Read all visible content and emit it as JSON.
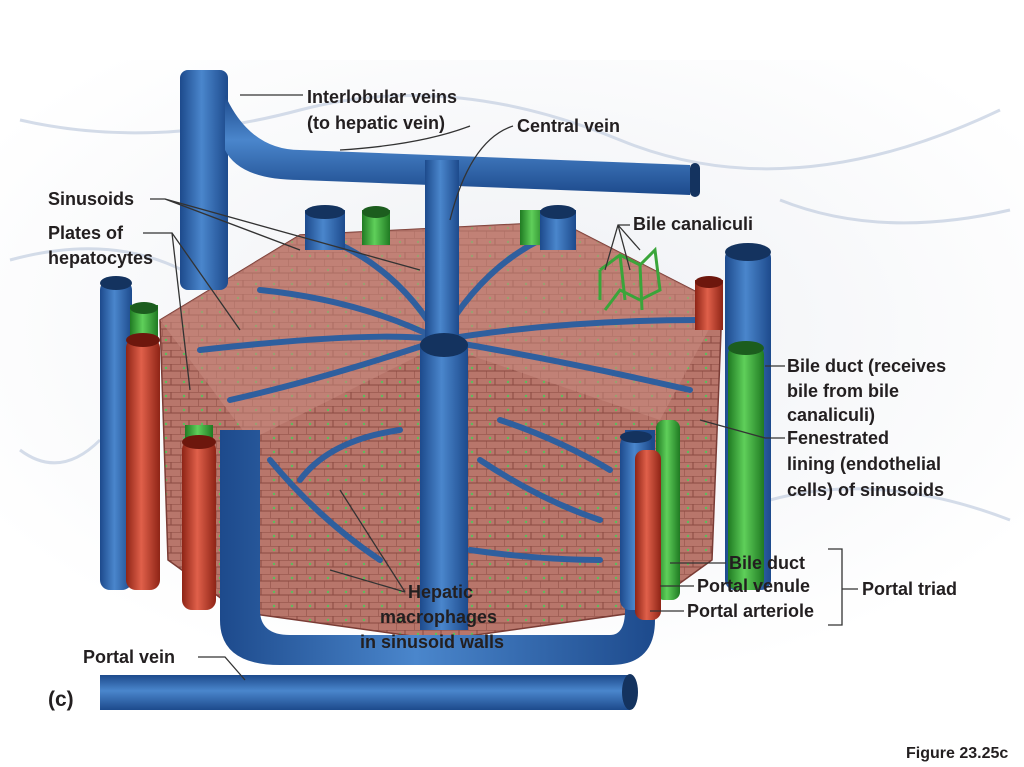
{
  "figure": {
    "part_label": "(c)",
    "caption": "Figure 23.25c",
    "colors": {
      "vein": "#2f66b0",
      "artery": "#c8402c",
      "bile": "#3aa53a",
      "tissue": "#b9746a"
    }
  },
  "labels": {
    "interlobular_veins": [
      "Interlobular veins",
      "(to hepatic vein)"
    ],
    "central_vein": "Central vein",
    "sinusoids": "Sinusoids",
    "plates_of_hepatocytes": [
      "Plates of",
      "hepatocytes"
    ],
    "bile_canaliculi": "Bile canaliculi",
    "bile_duct_receives": [
      "Bile duct (receives",
      "bile from bile",
      "canaliculi)"
    ],
    "fenestrated_lining": [
      "Fenestrated",
      "lining (endothelial",
      "cells) of sinusoids"
    ],
    "bile_duct": "Bile duct",
    "portal_venule": "Portal venule",
    "portal_arteriole": "Portal arteriole",
    "portal_triad": "Portal triad",
    "hepatic_macrophages": [
      "Hepatic",
      "macrophages",
      "in sinusoid walls"
    ],
    "portal_vein": "Portal vein"
  }
}
